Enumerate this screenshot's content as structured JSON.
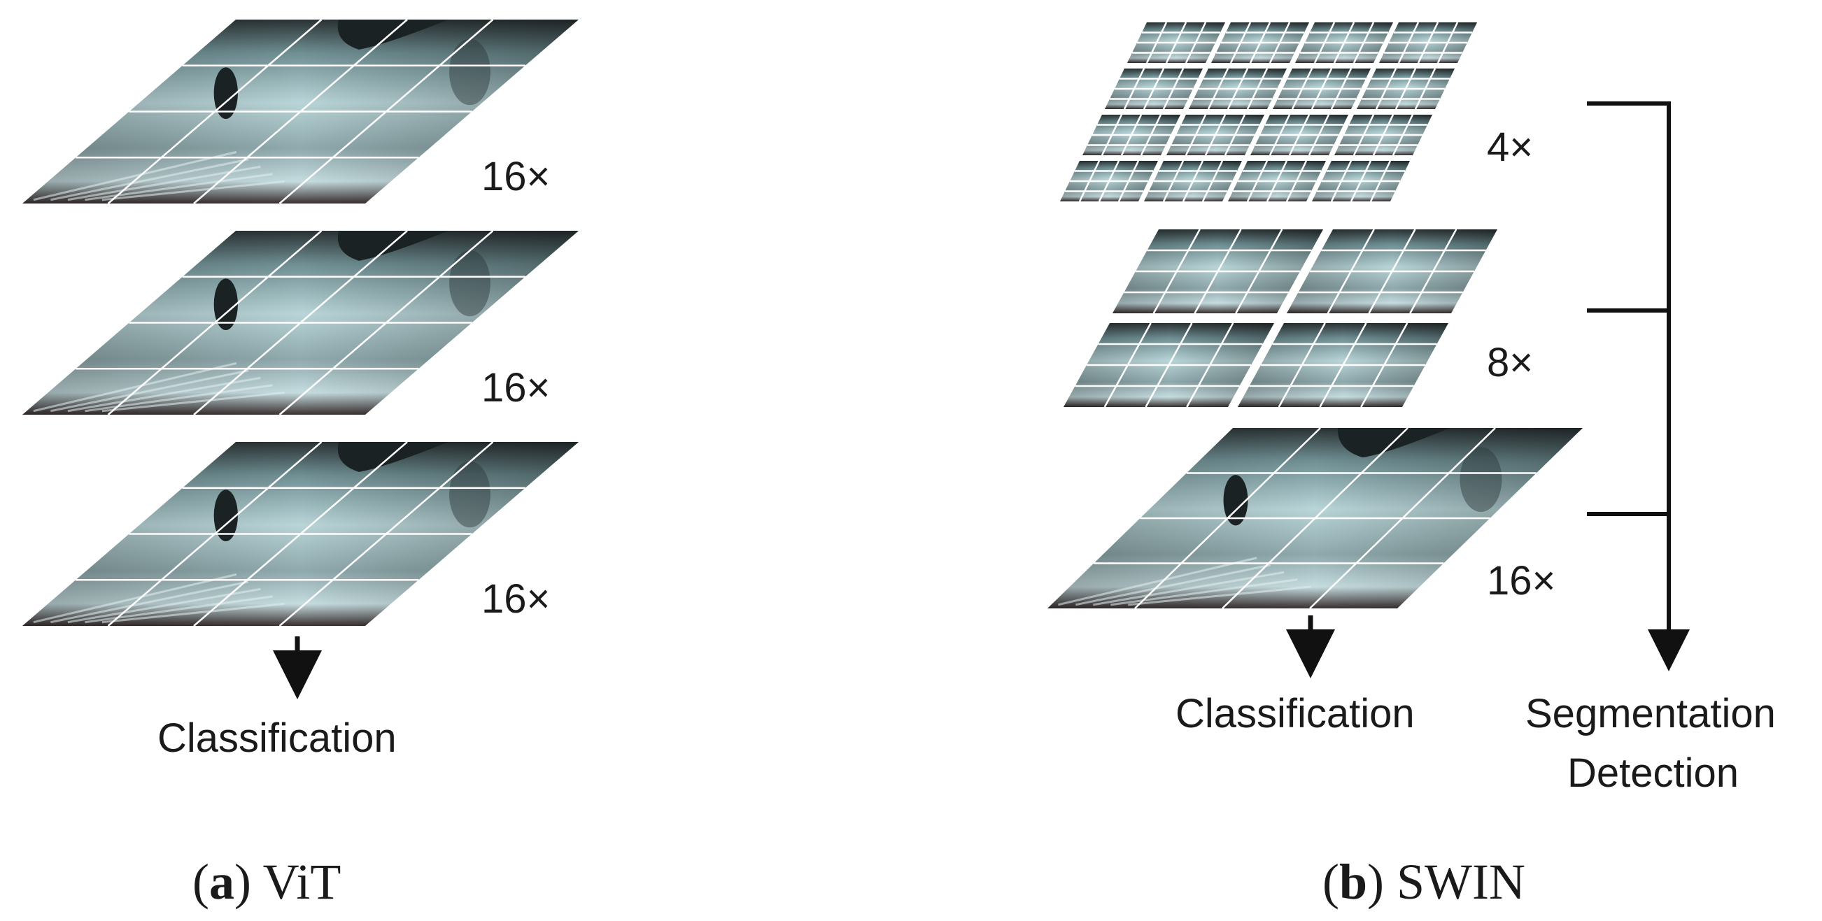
{
  "colors": {
    "tissue_light": "#b9d5d8",
    "tissue_mid": "#6f8f93",
    "tissue_dark": "#1b2224",
    "grid_line": "#ffffff",
    "arrow": "#111111"
  },
  "vit": {
    "magnifications": [
      "16×",
      "16×",
      "16×"
    ],
    "output_label": "Classification",
    "caption_letter": "a",
    "caption_text": " ViT"
  },
  "swin": {
    "magnifications": [
      "4×",
      "8×",
      "16×"
    ],
    "output_left_label": "Classification",
    "output_right_label_line1": "Segmentation",
    "output_right_label_line2": "Detection",
    "caption_letter": "b",
    "caption_text": " SWIN"
  }
}
